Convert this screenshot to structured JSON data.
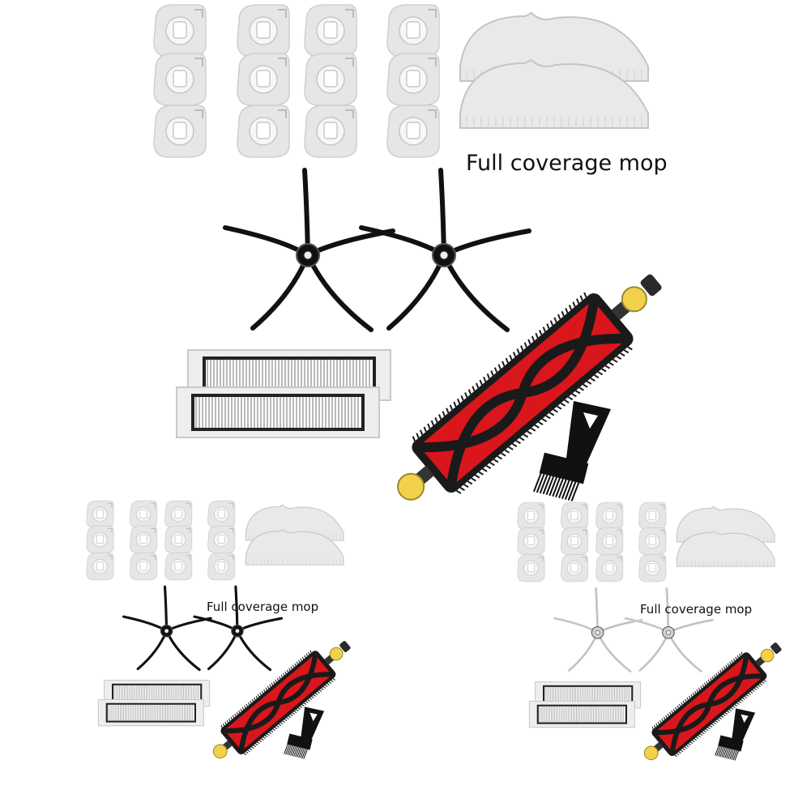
{
  "panels": [
    {
      "caption": "Full coverage mop",
      "brush_color": "#111111"
    },
    {
      "caption": "Full coverage mop",
      "brush_color": "#111111"
    },
    {
      "caption": "Full coverage mop",
      "brush_color": "#d8d8d8"
    }
  ],
  "colors": {
    "filter_cap": "#e6e6e6",
    "mop": "#e9e9e9",
    "roller_red": "#d9161c",
    "roller_bristle": "#1a1a1a",
    "roller_end": "#f2d24a",
    "filter_frame": "#eeeeee"
  }
}
